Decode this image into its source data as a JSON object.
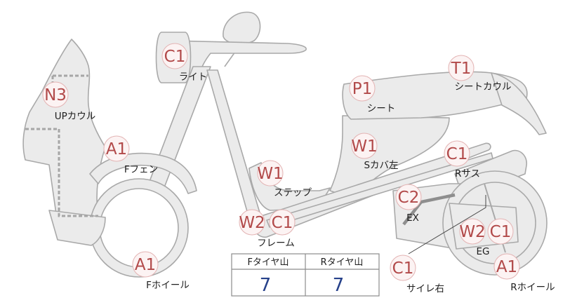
{
  "markers": [
    {
      "id": "light",
      "code": "C1",
      "label": "ライト"
    },
    {
      "id": "up-cowl",
      "code": "N3",
      "label": "UPカウル"
    },
    {
      "id": "front-fender",
      "code": "A1",
      "label": "Fフェン"
    },
    {
      "id": "step",
      "code": "W1",
      "label": "ステップ"
    },
    {
      "id": "seat",
      "code": "P1",
      "label": "シート"
    },
    {
      "id": "seat-cowl",
      "code": "T1",
      "label": "シートカウル"
    },
    {
      "id": "side-cover-left",
      "code": "W1",
      "label": "Sカバ左"
    },
    {
      "id": "rear-suspension",
      "code": "C1",
      "label": "Rサス"
    },
    {
      "id": "exhaust",
      "code": "C2",
      "label": "EX"
    },
    {
      "id": "frame",
      "codes": [
        "W2",
        "C1"
      ],
      "label": "フレーム"
    },
    {
      "id": "engine",
      "codes": [
        "W2",
        "C1"
      ],
      "label": "EG"
    },
    {
      "id": "front-wheel",
      "code": "A1",
      "label": "Fホイール"
    },
    {
      "id": "rear-wheel",
      "code": "A1",
      "label": "Rホイール"
    },
    {
      "id": "muffler-right",
      "code": "C1",
      "label": "サイレ右"
    }
  ],
  "tire_tread": {
    "front_header": "Fタイヤ山",
    "rear_header": "Rタイヤ山",
    "front_value": "7",
    "rear_value": "7"
  },
  "colors": {
    "part_fill": "#ebebeb",
    "part_stroke": "#a9a9a9",
    "code_text": "#b24a4a",
    "tire_value": "#26418a"
  }
}
